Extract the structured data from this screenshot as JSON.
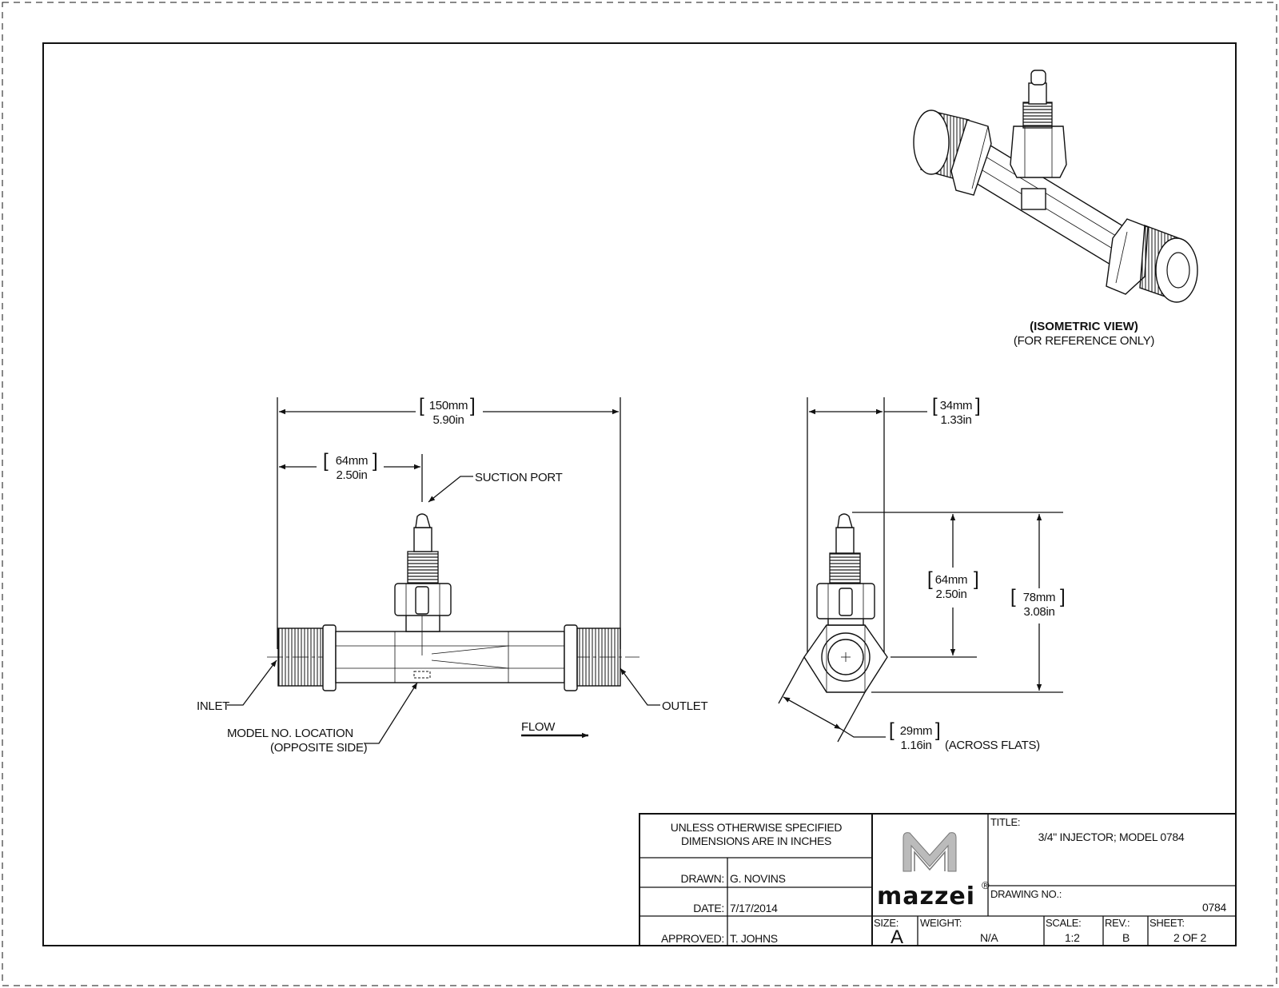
{
  "isometric": {
    "title": "(ISOMETRIC VIEW)",
    "subtitle": "(FOR REFERENCE ONLY)"
  },
  "front_view": {
    "overall_mm": "150mm",
    "overall_in": "5.90in",
    "port_offset_mm": "64mm",
    "port_offset_in": "2.50in",
    "suction_port": "SUCTION PORT",
    "inlet": "INLET",
    "outlet": "OUTLET",
    "model_loc_1": "MODEL NO. LOCATION",
    "model_loc_2": "(OPPOSITE SIDE)",
    "flow": "FLOW"
  },
  "side_view": {
    "width_mm": "34mm",
    "width_in": "1.33in",
    "port_height_mm": "64mm",
    "port_height_in": "2.50in",
    "total_height_mm": "78mm",
    "total_height_in": "3.08in",
    "flats_mm": "29mm",
    "flats_in": "1.16in",
    "flats_note": "(ACROSS FLATS)"
  },
  "title_block": {
    "note_1": "UNLESS OTHERWISE SPECIFIED",
    "note_2": "DIMENSIONS ARE IN INCHES",
    "drawn_label": "DRAWN:",
    "drawn_value": "G. NOVINS",
    "date_label": "DATE:",
    "date_value": "7/17/2014",
    "approved_label": "APPROVED:",
    "approved_value": "T. JOHNS",
    "logo_text": "mazzei",
    "registered": "®",
    "title_label": "TITLE:",
    "title_value": "3/4\" INJECTOR; MODEL 0784",
    "drawing_no_label": "DRAWING NO.:",
    "drawing_no_value": "0784",
    "size_label": "SIZE:",
    "size_value": "A",
    "weight_label": "WEIGHT:",
    "weight_value": "N/A",
    "scale_label": "SCALE:",
    "scale_value": "1:2",
    "rev_label": "REV.:",
    "rev_value": "B",
    "sheet_label": "SHEET:",
    "sheet_value": "2 OF 2"
  }
}
